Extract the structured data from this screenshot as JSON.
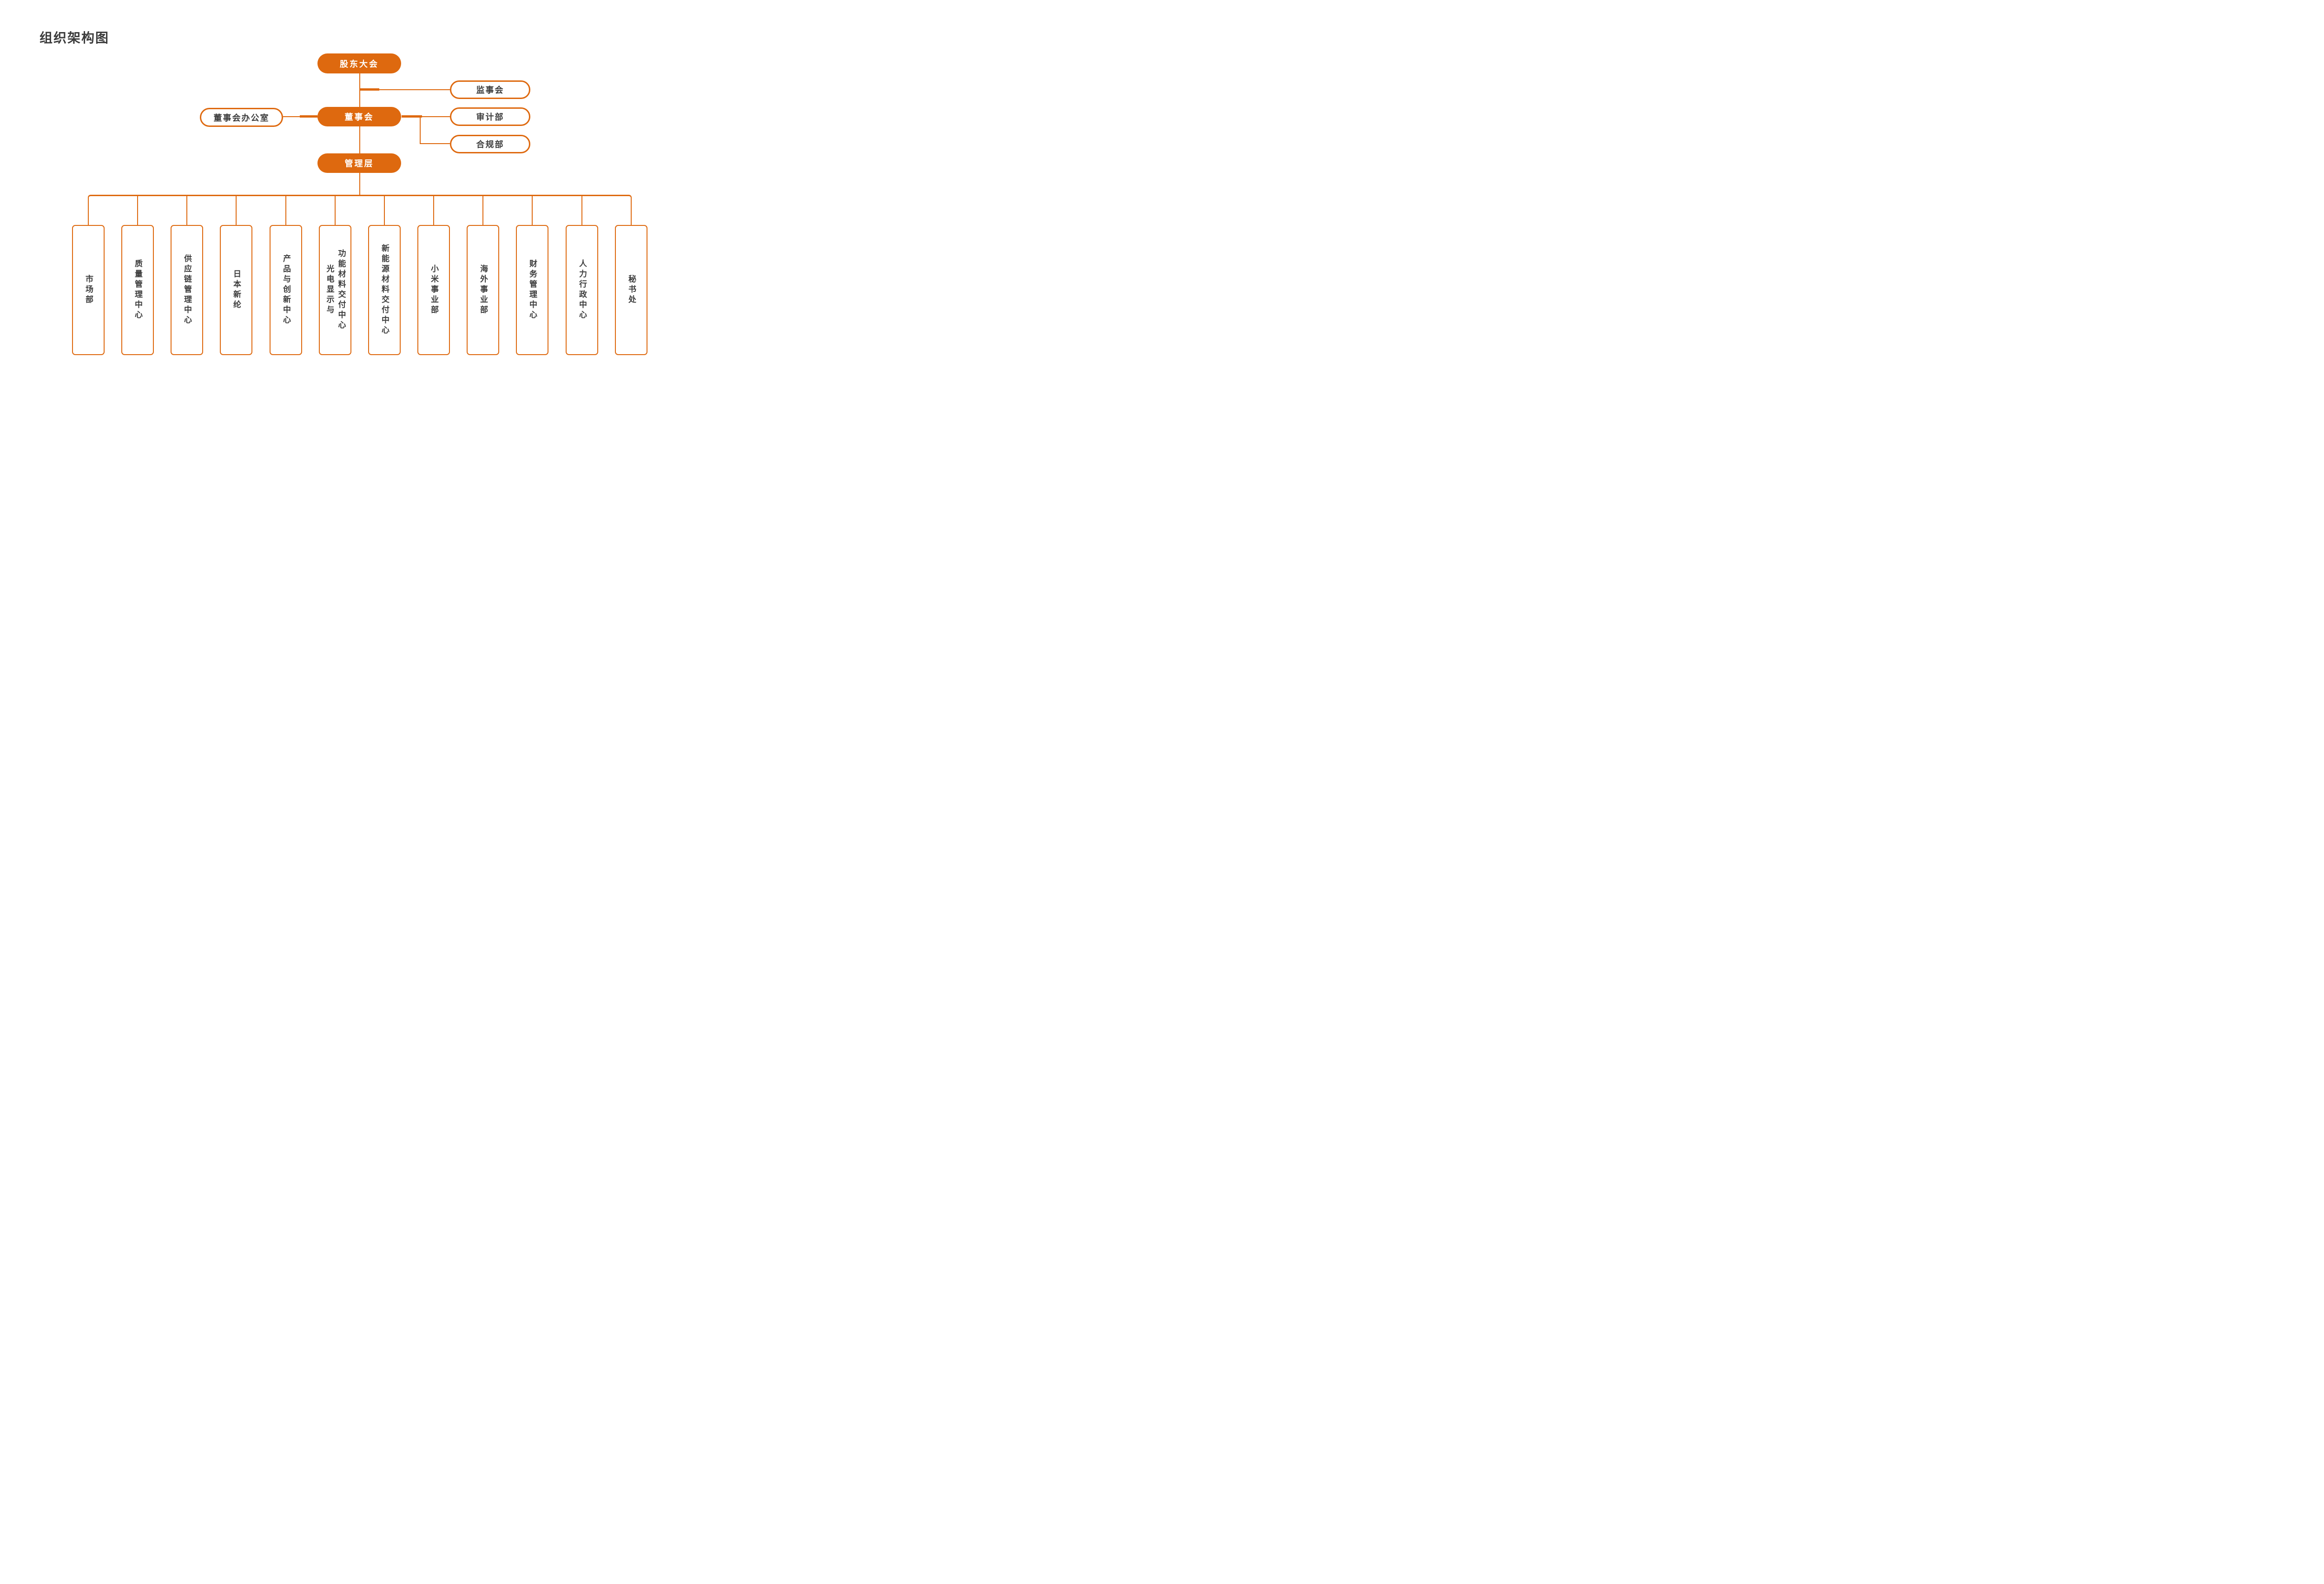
{
  "title": "组织架构图",
  "colors": {
    "accent_orange": "#DE690F",
    "text_dark": "#3D3D3D",
    "node_text_light": "#FFFFFF",
    "background": "#FFFFFF"
  },
  "nodes": {
    "shareholders": {
      "label": "股东大会",
      "style": "solid"
    },
    "supervisory": {
      "label": "监事会",
      "style": "outline"
    },
    "board_office": {
      "label": "董事会办公室",
      "style": "outline"
    },
    "board": {
      "label": "董事会",
      "style": "solid"
    },
    "audit": {
      "label": "审计部",
      "style": "outline"
    },
    "compliance": {
      "label": "合规部",
      "style": "outline"
    },
    "management": {
      "label": "管理层",
      "style": "solid"
    }
  },
  "departments": [
    {
      "label": "市场部",
      "lines": [
        "市场部"
      ]
    },
    {
      "label": "质量管理中心",
      "lines": [
        "质量管理中心"
      ]
    },
    {
      "label": "供应链管理中心",
      "lines": [
        "供应链管理中心"
      ]
    },
    {
      "label": "日本新纶",
      "lines": [
        "日本新纶"
      ]
    },
    {
      "label": "产品与创新中心",
      "lines": [
        "产品与创新中心"
      ]
    },
    {
      "label": "光电显示与功能材料交付中心",
      "lines": [
        "光电显示与",
        "功能材料交付中心"
      ]
    },
    {
      "label": "新能源材料交付中心",
      "lines": [
        "新能源材料交付中心"
      ]
    },
    {
      "label": "小米事业部",
      "lines": [
        "小米事业部"
      ]
    },
    {
      "label": "海外事业部",
      "lines": [
        "海外事业部"
      ]
    },
    {
      "label": "财务管理中心",
      "lines": [
        "财务管理中心"
      ]
    },
    {
      "label": "人力行政中心",
      "lines": [
        "人力行政中心"
      ]
    },
    {
      "label": "秘书处",
      "lines": [
        "秘书处"
      ]
    }
  ]
}
